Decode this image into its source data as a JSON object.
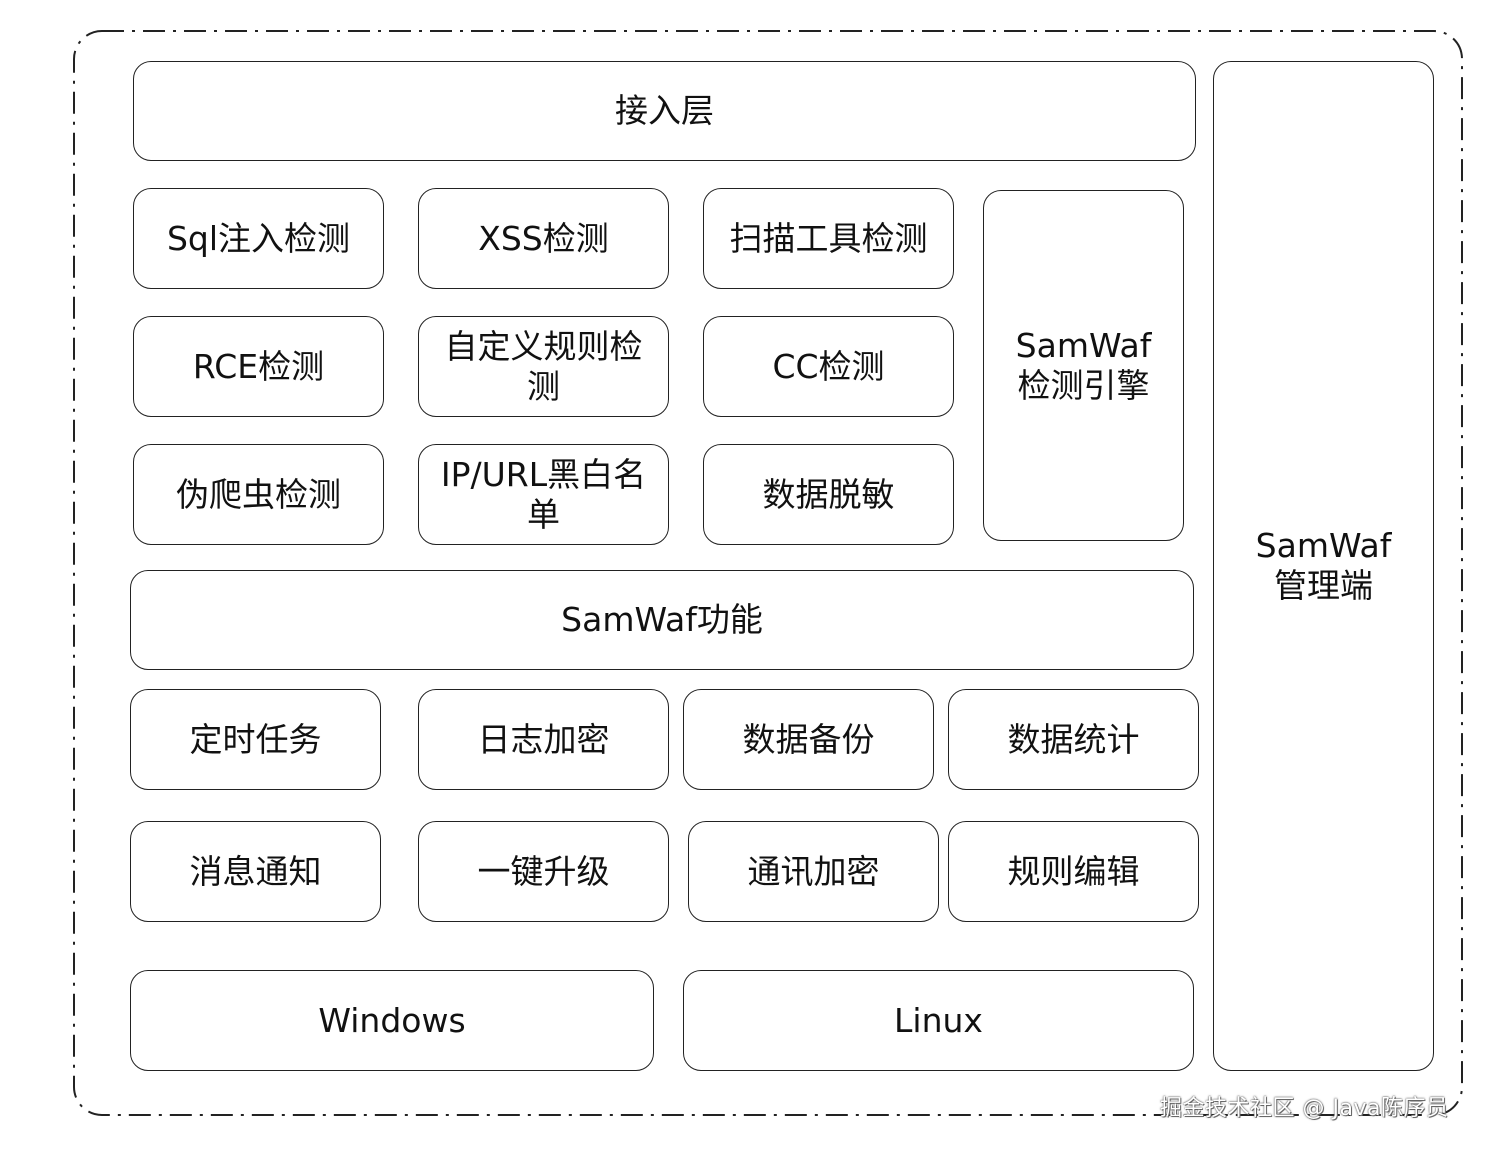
{
  "access_layer": "接入层",
  "detection": {
    "sql": "Sql注入检测",
    "xss": "XSS检测",
    "scanner": "扫描工具检测",
    "rce": "RCE检测",
    "custom_rule": "自定义规则检测",
    "cc": "CC检测",
    "fake_crawler": "伪爬虫检测",
    "ip_url_list": "IP/URL黑白名单",
    "masking": "数据脱敏"
  },
  "engine": {
    "line1": "SamWaf",
    "line2": "检测引擎"
  },
  "features_title": "SamWaf功能",
  "features": {
    "scheduled_tasks": "定时任务",
    "log_encryption": "日志加密",
    "data_backup": "数据备份",
    "data_statistics": "数据统计",
    "notifications": "消息通知",
    "one_click_upgrade": "一键升级",
    "comm_encryption": "通讯加密",
    "rule_editing": "规则编辑"
  },
  "platforms": {
    "windows": "Windows",
    "linux": "Linux"
  },
  "manager": {
    "line1": "SamWaf",
    "line2": "管理端"
  },
  "watermark": "掘金技术社区 @ Java陈序员"
}
